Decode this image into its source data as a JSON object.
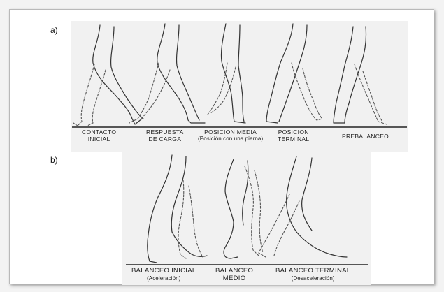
{
  "panels": {
    "a": {
      "letter": "a)",
      "phases": [
        {
          "line1": "CONTACTO",
          "line2": "INICIAL"
        },
        {
          "line1": "RESPUESTA",
          "line2": "DE CARGA"
        },
        {
          "line1": "POSICION MEDIA",
          "line2": "(Posición con una pierna)"
        },
        {
          "line1": "POSICION",
          "line2": "TERMINAL"
        },
        {
          "line1": "PREBALANCEO",
          "line2": ""
        }
      ]
    },
    "b": {
      "letter": "b)",
      "phases": [
        {
          "line1": "BALANCEO INICIAL",
          "line2": "(Aceleración)"
        },
        {
          "line1": "BALANCEO",
          "line2": "MEDIO"
        },
        {
          "line1": "BALANCEO TERMINAL",
          "line2": "(Desaceleración)"
        }
      ]
    }
  },
  "colors": {
    "frame_border": "#b9b9b9",
    "figure_background": "#f1f1f1",
    "line_art": "#333333"
  }
}
